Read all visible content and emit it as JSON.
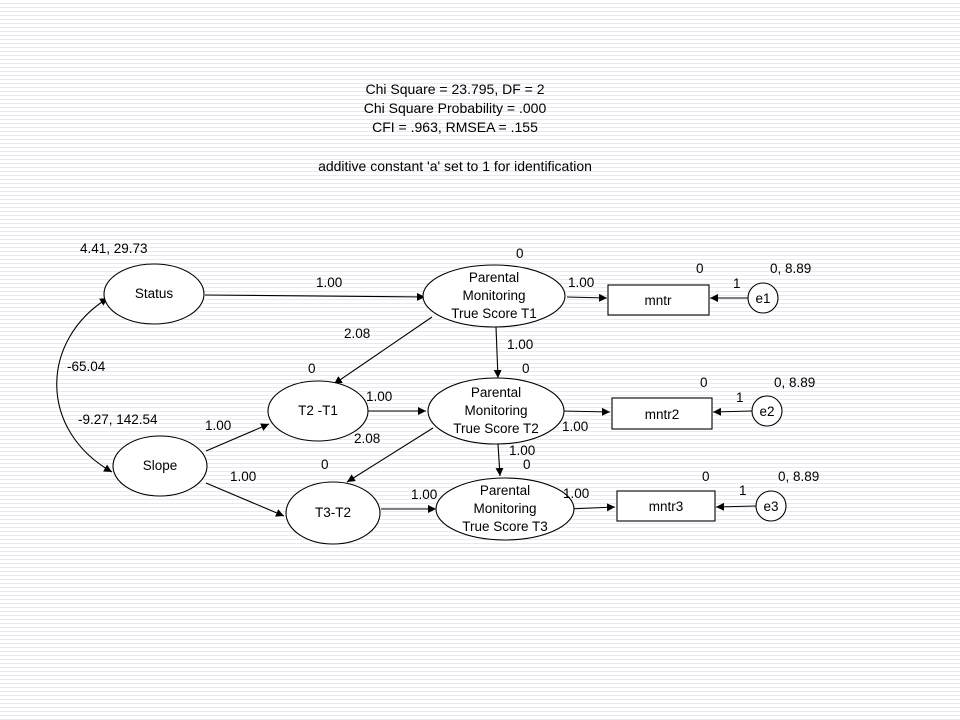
{
  "header": {
    "line1": "Chi Square = 23.795,  DF = 2",
    "line2": "Chi Square Probability = .000",
    "line3": "CFI = .963, RMSEA = .155",
    "line4": "additive constant 'a' set to 1 for identification"
  },
  "nodes": {
    "status": "Status",
    "slope": "Slope",
    "t2_t1": "T2 -T1",
    "t3_t2": "T3-T2",
    "pm_t1": [
      "Parental",
      "Monitoring",
      "True Score T1"
    ],
    "pm_t2": [
      "Parental",
      "Monitoring",
      "True Score T2"
    ],
    "pm_t3": [
      "Parental",
      "Monitoring",
      "True Score T3"
    ],
    "mntr": "mntr",
    "mntr2": "mntr2",
    "mntr3": "mntr3",
    "e1": "e1",
    "e2": "e2",
    "e3": "e3"
  },
  "labels": {
    "status_params": "4.41, 29.73",
    "slope_params": "-9.27, 142.54",
    "covariance": "-65.04",
    "status_to_pm1": "1.00",
    "pm1_to_mntr": "1.00",
    "pm1_intercept": "0",
    "mntr_intercept": "0",
    "e1_params": "0, 8.89",
    "e1_path": "1",
    "pm1_to_t2t1": "2.08",
    "pm1_to_pm2": "1.00",
    "t2t1_intercept": "0",
    "pm2_intercept": "0",
    "t2t1_to_pm2": "1.00",
    "slope_to_t2t1": "1.00",
    "pm2_to_t3t2": "2.08",
    "pm2_to_mntr2": "1.00",
    "mntr2_intercept": "0",
    "e2_params": "0, 8.89",
    "e2_path": "1",
    "pm2_to_pm3": "1.00",
    "pm3_intercept": "0",
    "t3t2_intercept": "0",
    "slope_to_t3t2": "1.00",
    "t3t2_to_pm3": "1.00",
    "pm3_to_mntr3": "1.00",
    "mntr3_intercept": "0",
    "e3_params": "0, 8.89",
    "e3_path": "1"
  }
}
